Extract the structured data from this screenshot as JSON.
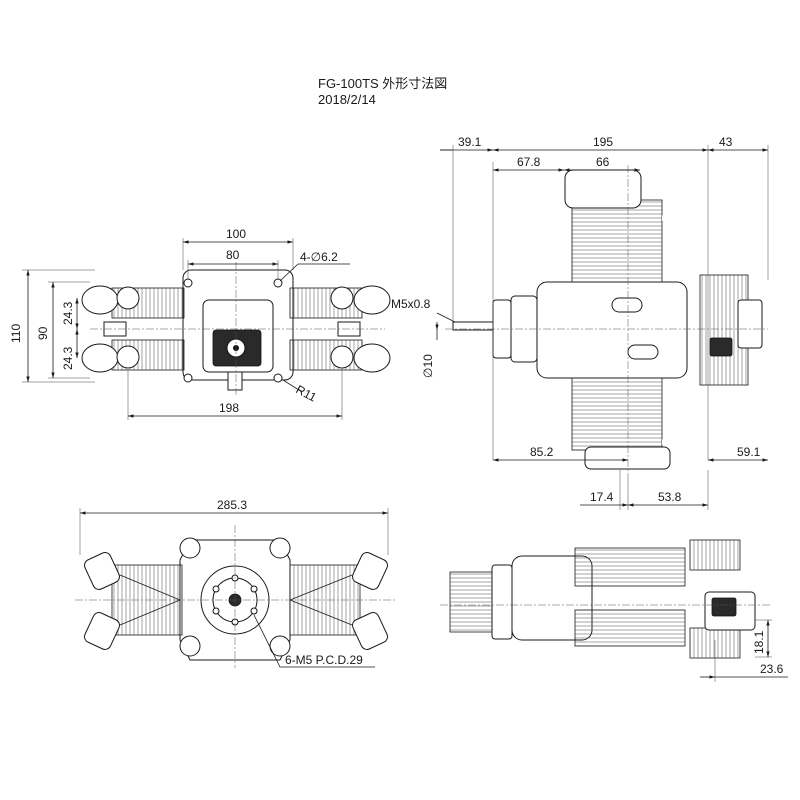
{
  "header": {
    "title": "FG-100TS 外形寸法図",
    "date": "2018/2/14"
  },
  "front_view": {
    "dims": {
      "total_height": "110",
      "mount_height": "90",
      "upper_offset": "24.3",
      "lower_offset": "24.3",
      "mount_width_outer": "100",
      "mount_width_inner": "80",
      "mount_holes": "4-∅6.2",
      "radius": "R11",
      "cylinder_span": "198"
    }
  },
  "side_view": {
    "dims": {
      "prop_to_mount": "39.1",
      "length": "195",
      "rear": "43",
      "front_offset": "67.8",
      "carb_width": "66",
      "shaft_thread": "M5x0.8",
      "shaft_dia": "∅10",
      "front_to_center": "85.2",
      "rear_to_mount": "59.1",
      "bottom_a": "17.4",
      "bottom_b": "53.8"
    }
  },
  "bottom_view": {
    "dims": {
      "total_width": "285.3",
      "hub_bolts": "6-M5 P.C.D.29"
    }
  },
  "rear_side_view": {
    "dims": {
      "height": "18.1",
      "depth": "23.6"
    }
  }
}
